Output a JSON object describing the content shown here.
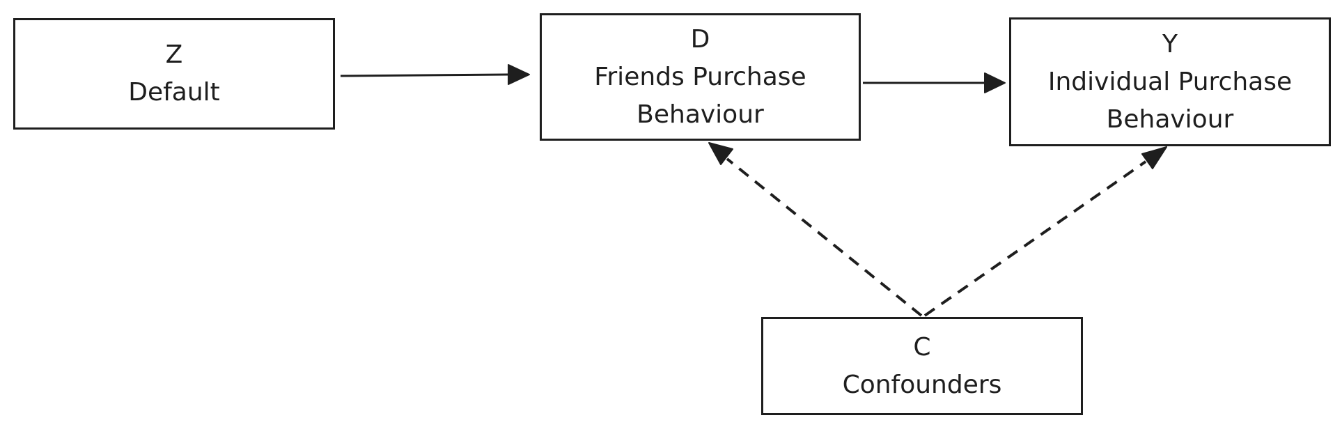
{
  "diagram": {
    "nodes": [
      {
        "id": "z",
        "symbol": "Z",
        "label": "Default"
      },
      {
        "id": "d",
        "symbol": "D",
        "label": "Friends Purchase Behaviour"
      },
      {
        "id": "y",
        "symbol": "Y",
        "label": "Individual Purchase Behaviour"
      },
      {
        "id": "c",
        "symbol": "C",
        "label": "Confounders"
      }
    ],
    "edges": [
      {
        "from": "Z",
        "to": "D",
        "style": "solid"
      },
      {
        "from": "D",
        "to": "Y",
        "style": "solid"
      },
      {
        "from": "C",
        "to": "D",
        "style": "dashed"
      },
      {
        "from": "C",
        "to": "Y",
        "style": "dashed"
      }
    ],
    "colors": {
      "stroke": "#1e1e1e",
      "background": "#ffffff"
    }
  }
}
